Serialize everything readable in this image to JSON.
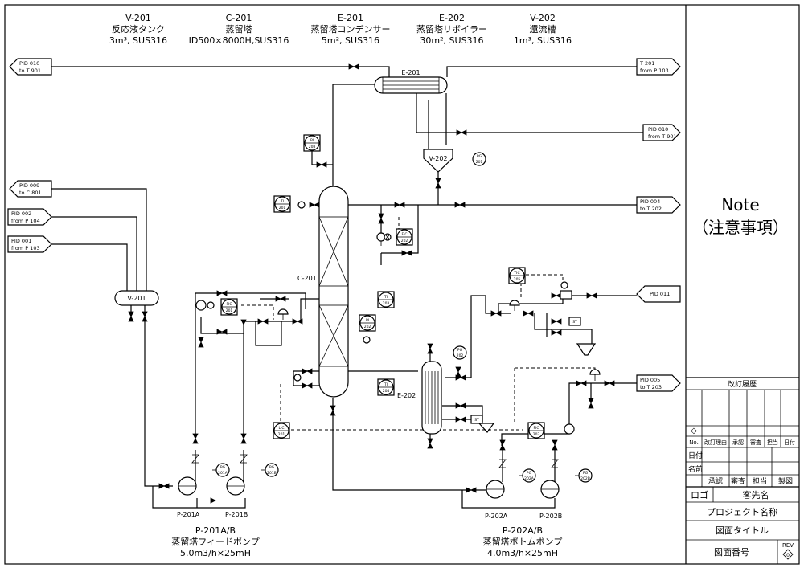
{
  "equipment_headers": [
    {
      "tag": "V-201",
      "name": "反応液タンク",
      "spec": "3m³, SUS316"
    },
    {
      "tag": "C-201",
      "name": "蒸留塔",
      "spec": "ID500×8000H,SUS316"
    },
    {
      "tag": "E-201",
      "name": "蒸留塔コンデンサー",
      "spec": "5m², SUS316"
    },
    {
      "tag": "E-202",
      "name": "蒸留塔リボイラー",
      "spec": "30m², SUS316"
    },
    {
      "tag": "V-202",
      "name": "還流槽",
      "spec": "1m³, SUS316"
    }
  ],
  "offpage_connectors": [
    {
      "id": "pid010-left",
      "line1": "PID 010",
      "line2": "to T 901"
    },
    {
      "id": "pid009",
      "line1": "PID 009",
      "line2": "to C 801"
    },
    {
      "id": "pid002",
      "line1": "PID 002",
      "line2": "from P 104"
    },
    {
      "id": "pid001",
      "line1": "PID 001",
      "line2": "from P 103"
    },
    {
      "id": "t201",
      "line1": "T 201",
      "line2": "from P 103"
    },
    {
      "id": "pid010-right",
      "line1": "PID 010",
      "line2": "from T 901"
    },
    {
      "id": "pid004",
      "line1": "PID 004",
      "line2": "to T 202"
    },
    {
      "id": "pid011",
      "line1": "PID 011",
      "line2": ""
    },
    {
      "id": "pid005",
      "line1": "PID 005",
      "line2": "to T 203"
    }
  ],
  "equipment_labels": {
    "e201": "E-201",
    "v202": "V-202",
    "c201": "C-201",
    "v201": "V-201",
    "e202": "E-202",
    "p201a": "P-201A",
    "p201b": "P-201B",
    "p202a": "P-202A",
    "p202b": "P-202B"
  },
  "instruments": [
    {
      "id": "pi208",
      "l1": "PI",
      "l2": "208"
    },
    {
      "id": "pg201",
      "l1": "PG",
      "l2": "201"
    },
    {
      "id": "ti201",
      "l1": "TI",
      "l2": "201"
    },
    {
      "id": "fic202",
      "l1": "FIC",
      "l2": "202"
    },
    {
      "id": "fic201",
      "l1": "FIC",
      "l2": "201"
    },
    {
      "id": "ti203",
      "l1": "TI",
      "l2": "203"
    },
    {
      "id": "pi202",
      "l1": "PI",
      "l2": "202"
    },
    {
      "id": "ti204",
      "l1": "TI",
      "l2": "204"
    },
    {
      "id": "tic205",
      "l1": "TIC",
      "l2": "205"
    },
    {
      "id": "pg202",
      "l1": "PG",
      "l2": "202"
    },
    {
      "id": "lic201",
      "l1": "LIC",
      "l2": "201"
    },
    {
      "id": "fic203",
      "l1": "FIC",
      "l2": "203"
    },
    {
      "id": "pg201a",
      "l1": "PG",
      "l2": "201A"
    },
    {
      "id": "pg201b",
      "l1": "PG",
      "l2": "201B"
    },
    {
      "id": "pg202a",
      "l1": "PG",
      "l2": "202A"
    },
    {
      "id": "pg202b",
      "l1": "PG",
      "l2": "202B"
    }
  ],
  "steam_traps": [
    {
      "id": "st1",
      "label": "ST"
    },
    {
      "id": "st2",
      "label": "ST"
    }
  ],
  "pump_groups": [
    {
      "tag": "P-201A/B",
      "name": "蒸留塔フィードポンプ",
      "spec": "5.0m3/h×25mH"
    },
    {
      "tag": "P-202A/B",
      "name": "蒸留塔ボトムポンプ",
      "spec": "4.0m3/h×25mH"
    }
  ],
  "note": {
    "title": "Note",
    "subtitle": "（注意事項）"
  },
  "title_block": {
    "revision_history": "改訂履歴",
    "rev_symbol": "◇",
    "col_no": "No.",
    "col_reason": "改訂理由",
    "col_approve": "承認",
    "col_review": "審査",
    "col_charge": "担当",
    "col_date": "日付",
    "date_label": "日付",
    "name_label": "名前",
    "sig_approve": "承認",
    "sig_review": "審査",
    "sig_charge": "担当",
    "sig_draft": "製図",
    "logo": "ロゴ",
    "client": "客先名",
    "project": "プロジェクト名称",
    "drawing_title": "図面タイトル",
    "drawing_number": "図面番号",
    "rev_label": "REV",
    "rev_value": "0"
  }
}
